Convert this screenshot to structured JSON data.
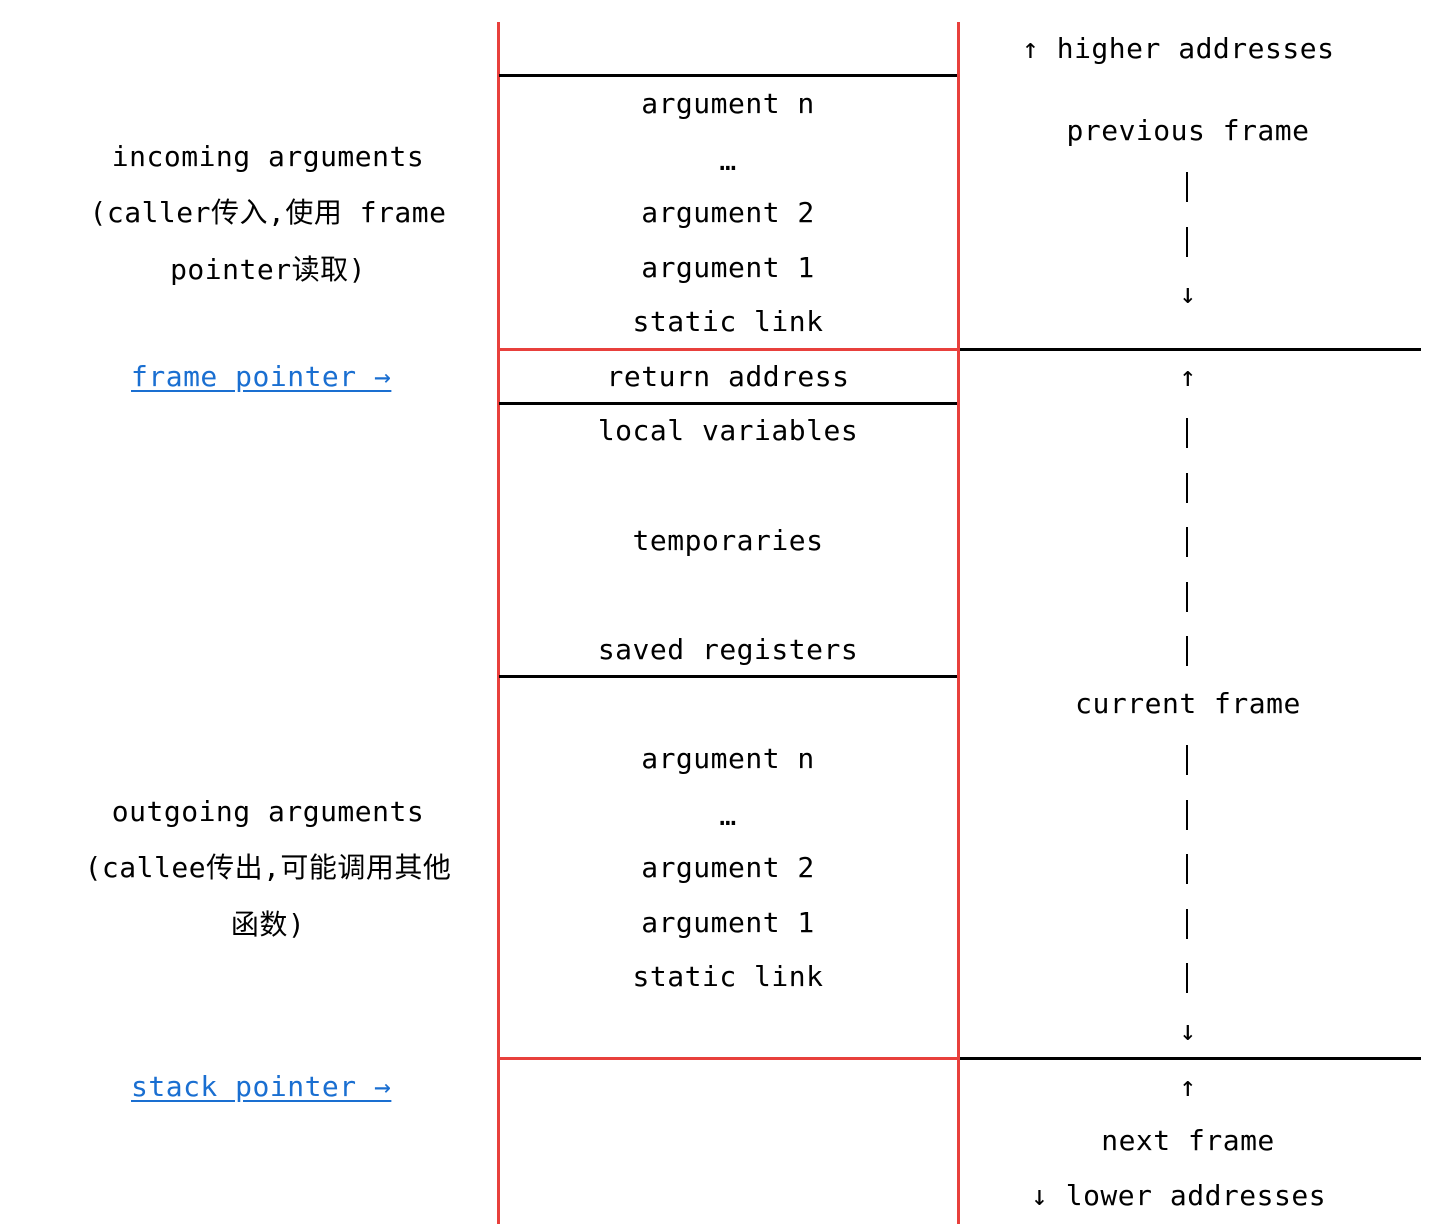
{
  "stack": {
    "upper_cells": [
      "argument n",
      "…",
      "argument 2",
      "argument 1",
      "static link"
    ],
    "return_address": "return address",
    "middle_cells": [
      "local variables",
      "temporaries",
      "saved registers"
    ],
    "lower_cells": [
      "argument n",
      "…",
      "argument 2",
      "argument 1",
      "static link"
    ]
  },
  "left_labels": {
    "incoming": [
      "incoming arguments",
      "(caller传入,使用 frame",
      "pointer读取)"
    ],
    "frame_pointer": "frame pointer →",
    "outgoing": [
      "outgoing arguments",
      "(callee传出,可能调用其他",
      "函数)"
    ],
    "stack_pointer": "stack pointer →"
  },
  "right_labels": {
    "higher_addresses": "↑ higher addresses",
    "previous_frame": "previous frame",
    "current_frame": "current frame",
    "next_frame": "next frame",
    "lower_addresses": "↓ lower addresses",
    "up_arrow": "↑",
    "down_arrow": "↓"
  },
  "colors": {
    "frame_boundary": "#e8403c",
    "pointer_link": "#1a6fd1",
    "line": "#000000"
  }
}
